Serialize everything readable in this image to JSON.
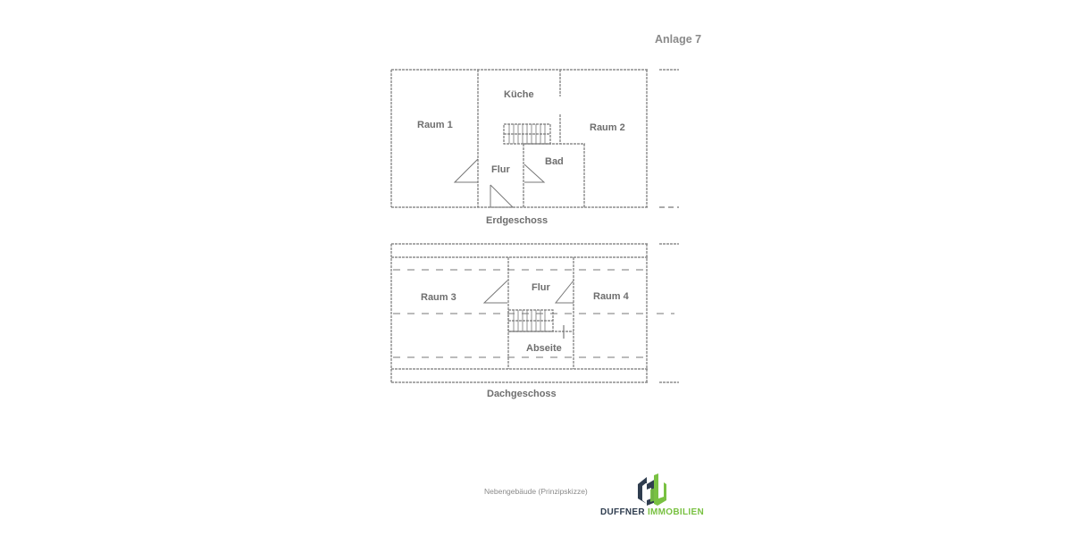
{
  "annex_label": "Anlage 7",
  "floors": [
    {
      "name": "Erdgeschoss",
      "rooms": [
        "Raum 1",
        "Küche",
        "Raum 2",
        "Flur",
        "Bad"
      ]
    },
    {
      "name": "Dachgeschoss",
      "rooms": [
        "Raum 3",
        "Flur",
        "Raum 4",
        "Abseite"
      ]
    }
  ],
  "caption": "Nebengebäude (Prinzipskizze)",
  "brand": {
    "name_part1": "DUFFNER",
    "name_part2": "IMMOBILIEN",
    "colors": {
      "dark": "#2f3d4f",
      "green": "#79c142"
    }
  }
}
